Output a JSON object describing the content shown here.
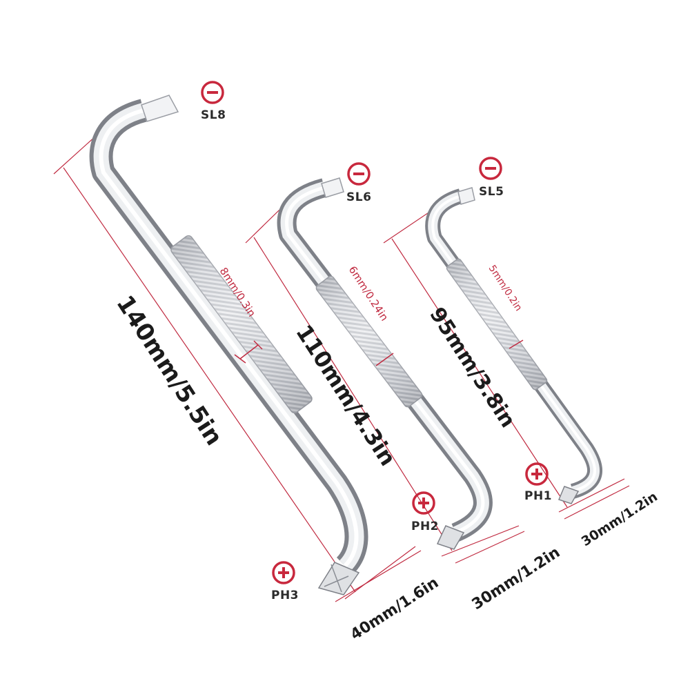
{
  "colors": {
    "accent_red": "#c8283d",
    "dimension_line": "#c02a40",
    "steel_light": "#f4f5f7",
    "steel_mid": "#c9ccd1",
    "steel_dark": "#7d8088",
    "text": "#1b1b1b"
  },
  "tools": [
    {
      "slotted_tip": {
        "icon": "minus-circle-icon",
        "label": "SL8"
      },
      "phillips_tip": {
        "icon": "plus-circle-icon",
        "label": "PH3"
      },
      "total_length": "140mm/5.5in",
      "shaft_diameter": "8mm/0.3in",
      "tip_length": "40mm/1.6in"
    },
    {
      "slotted_tip": {
        "icon": "minus-circle-icon",
        "label": "SL6"
      },
      "phillips_tip": {
        "icon": "plus-circle-icon",
        "label": "PH2"
      },
      "total_length": "110mm/4.3in",
      "shaft_diameter": "6mm/0.24in",
      "tip_length": "30mm/1.2in"
    },
    {
      "slotted_tip": {
        "icon": "minus-circle-icon",
        "label": "SL5"
      },
      "phillips_tip": {
        "icon": "plus-circle-icon",
        "label": "PH1"
      },
      "total_length": "95mm/3.8in",
      "shaft_diameter": "5mm/0.2in",
      "tip_length": "30mm/1.2in"
    }
  ]
}
